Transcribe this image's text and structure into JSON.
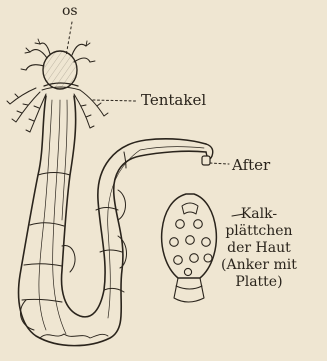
{
  "labels": {
    "os": "os",
    "tentakel": "Tentakel",
    "after": "After",
    "kalk_lines": [
      "Kalk-",
      "plättchen",
      "der Haut",
      "(Anker mit",
      "Platte)"
    ]
  },
  "colors": {
    "paper": "#efe6d2",
    "ink": "#2a241c"
  }
}
